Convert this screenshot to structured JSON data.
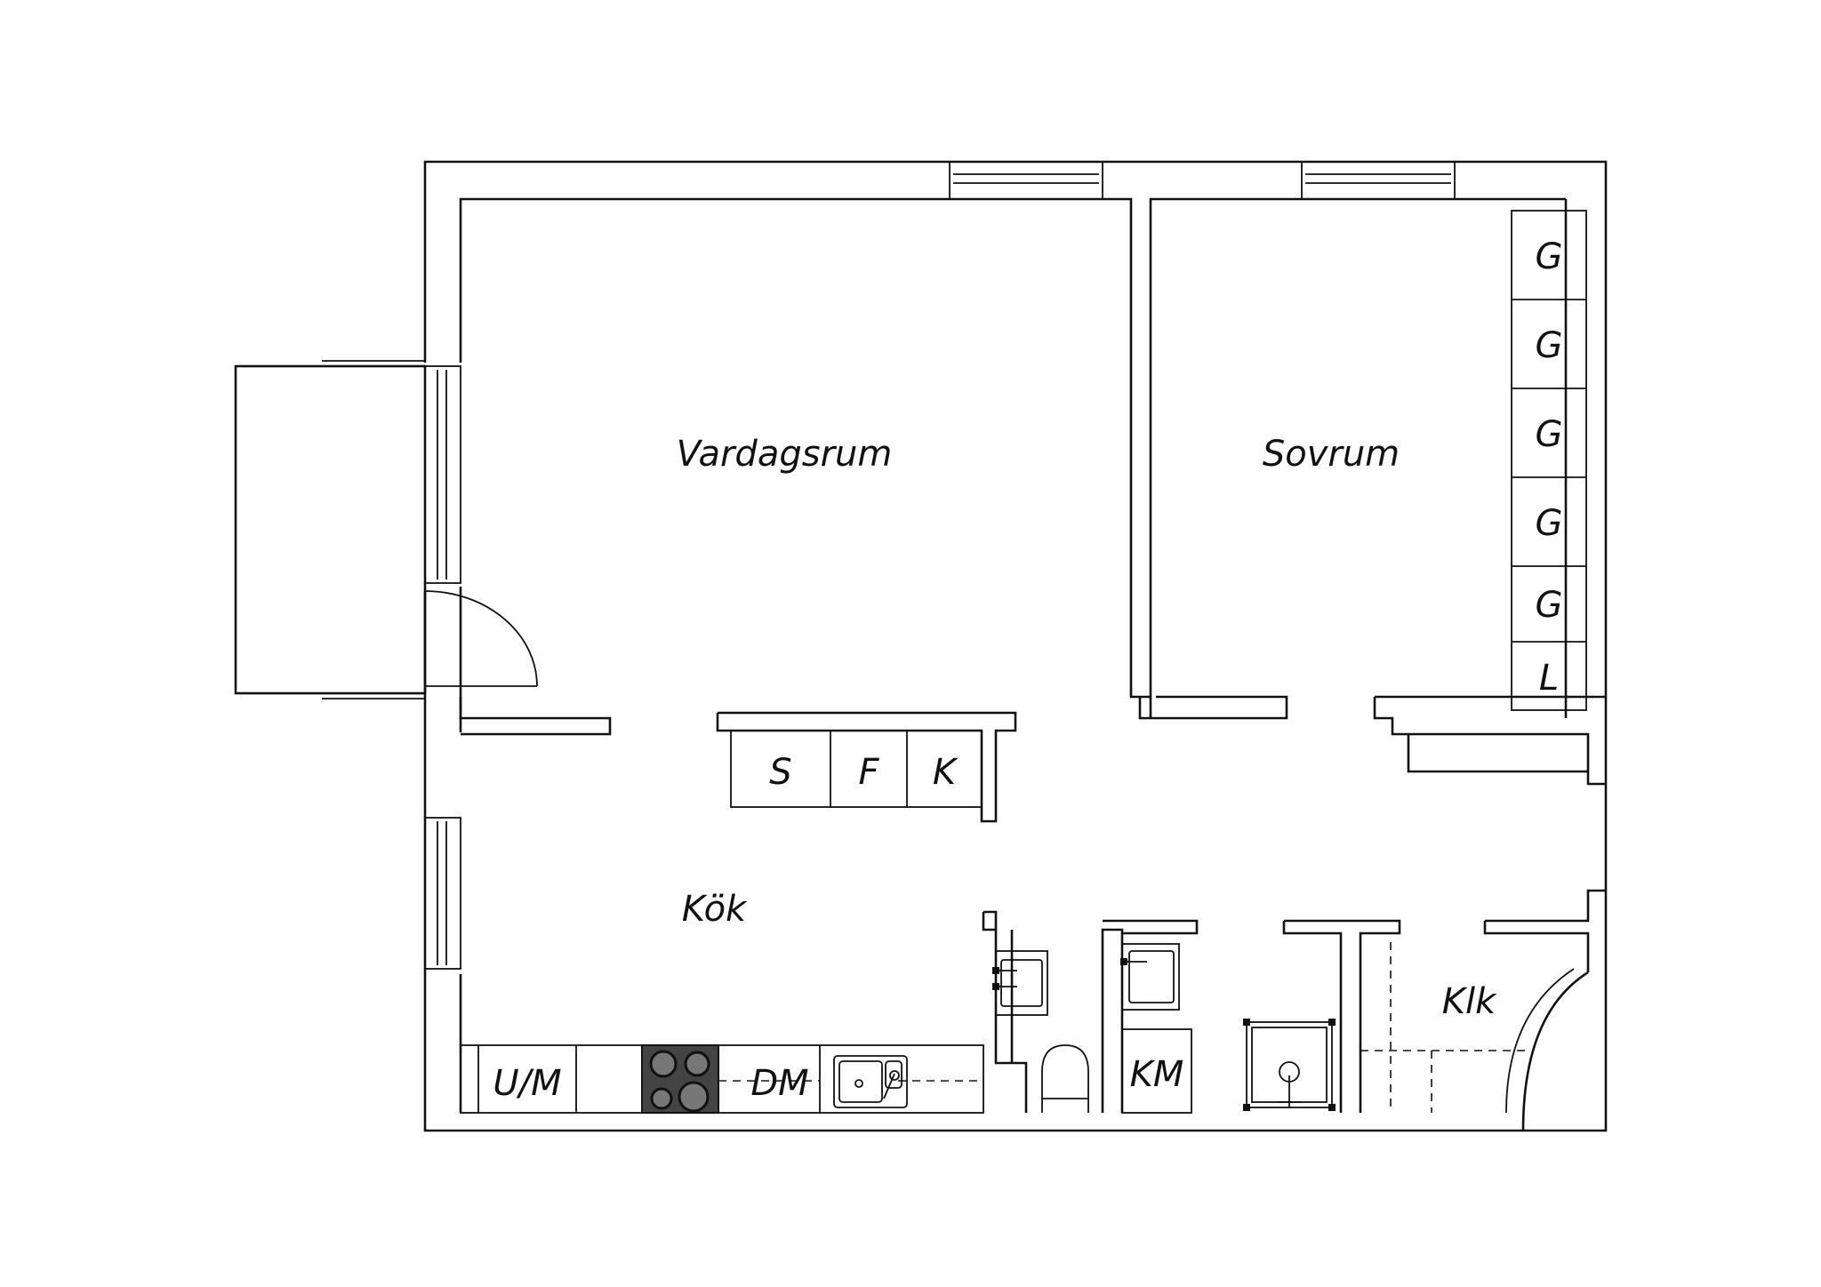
{
  "rooms": {
    "living": "Vardagsrum",
    "bedroom": "Sovrum",
    "kitchen": "Kök",
    "closet": "Klk"
  },
  "wardrobes": [
    "G",
    "G",
    "G",
    "G",
    "G",
    "L"
  ],
  "storage": [
    "S",
    "F",
    "K"
  ],
  "kitchen_units": {
    "upper": "U/M",
    "dishwasher": "DM"
  },
  "bath": {
    "washing_machine": "KM"
  }
}
